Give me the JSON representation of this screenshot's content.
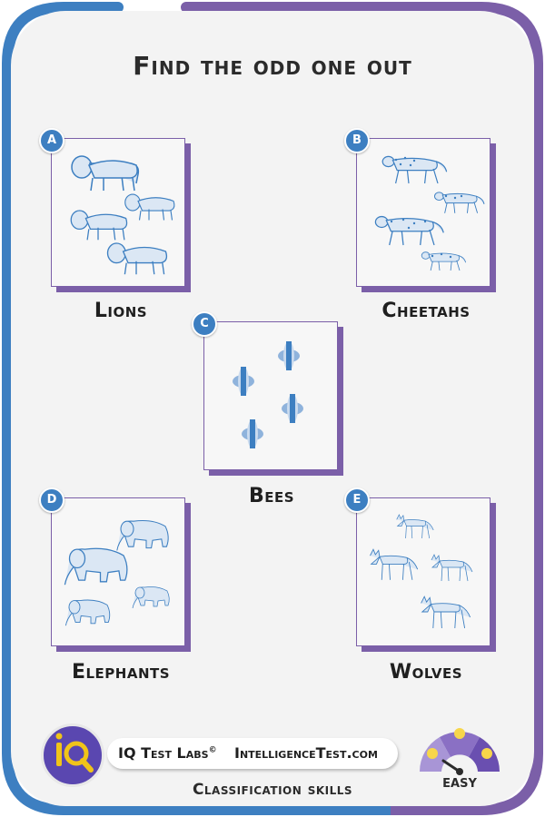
{
  "title": "Find the odd one out",
  "options": [
    {
      "letter": "A",
      "label": "Lions"
    },
    {
      "letter": "B",
      "label": "Cheetahs"
    },
    {
      "letter": "C",
      "label": "Bees"
    },
    {
      "letter": "D",
      "label": "Elephants"
    },
    {
      "letter": "E",
      "label": "Wolves"
    }
  ],
  "footer": {
    "brand": "IQ Test Labs",
    "copyright": "©",
    "site": "IntelligenceTest.com",
    "category": "Classification skills",
    "difficulty": "EASY"
  },
  "colors": {
    "frame_blue": "#3d7fc1",
    "frame_purple": "#7b5fa8",
    "badge": "#3d7fc1",
    "card_bg": "#f3f3f3"
  }
}
